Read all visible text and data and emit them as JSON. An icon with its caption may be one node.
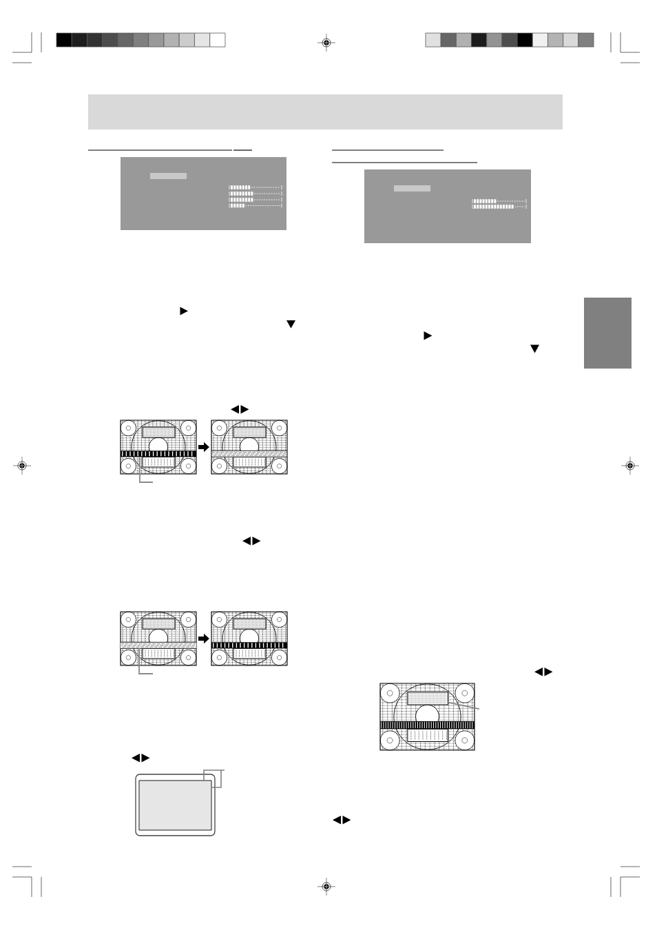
{
  "diagram": {
    "nodes": [
      {
        "text": [],
        "shape": "picture"
      },
      {
        "text": [],
        "shape": "bar",
        "in": 0
      },
      {
        "text": [],
        "shape": "picture"
      },
      {
        "text": [],
        "shape": "picture"
      },
      {
        "text": [],
        "shape": "bar",
        "in": 3
      },
      {
        "text": [],
        "shape": "picture"
      },
      {
        "text": [],
        "shape": "picture"
      },
      {
        "text": [],
        "shape": "box",
        "in": 6
      },
      {
        "text": [],
        "shape": "box",
        "in": 6
      },
      {
        "text": [],
        "shape": "box"
      }
    ],
    "edges": [
      {
        "from": 0,
        "to": 2,
        "arrow": "to",
        "style": "thick",
        "color": "#000000"
      },
      {
        "from": 3,
        "to": 5,
        "arrow": "to",
        "style": "thick",
        "color": "#000000"
      },
      {
        "from": null,
        "to": 1,
        "arrow": "none",
        "color": "#888888"
      },
      {
        "from": null,
        "to": 4,
        "arrow": "none",
        "color": "#888888"
      },
      {
        "from": null,
        "to": 7,
        "arrow": "none",
        "color": "#888888"
      }
    ]
  }
}
